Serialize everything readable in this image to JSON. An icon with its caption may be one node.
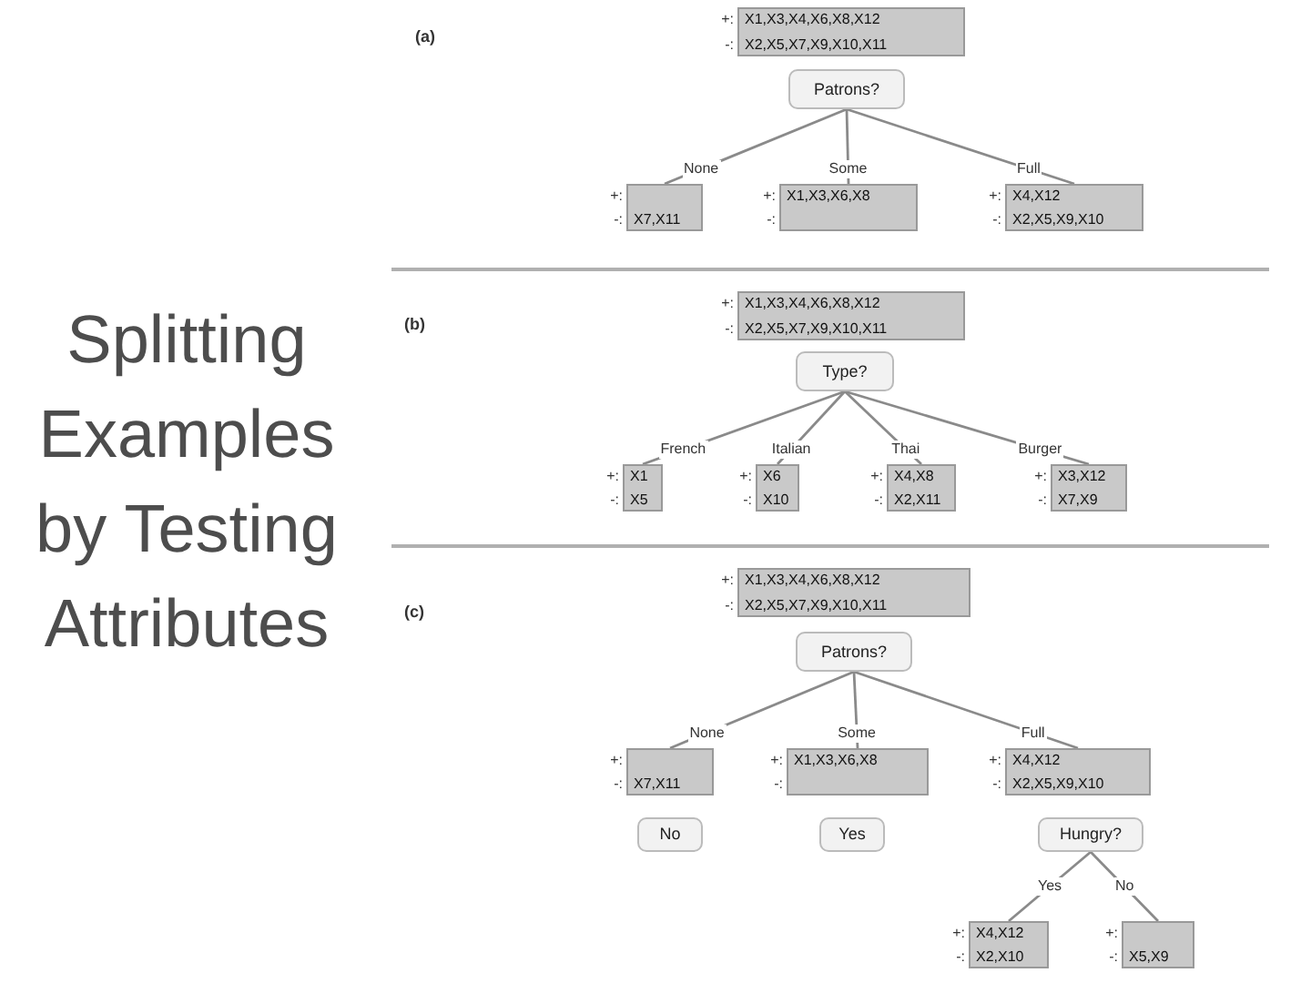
{
  "diagram": {
    "title": "Splitting Examples by Testing Attributes",
    "nodes": [
      {
        "text": [
          "X1,X3,X4,X6,X8,X12",
          "X2,X5,X7,X9,X10,X11"
        ],
        "beside": [
          "+:",
          "-:"
        ]
      },
      {
        "text": [
          "Patrons?"
        ]
      },
      {
        "text": [
          "X7,X11"
        ],
        "beside": [
          "+:",
          "-:"
        ]
      },
      {
        "text": [
          "X1,X3,X6,X8"
        ],
        "beside": [
          "+:",
          "-:"
        ]
      },
      {
        "text": [
          "X4,X12",
          "X2,X5,X9,X10"
        ],
        "beside": [
          "+:",
          "-:"
        ]
      },
      {
        "text": [
          "X1,X3,X4,X6,X8,X12",
          "X2,X5,X7,X9,X10,X11"
        ],
        "beside": [
          "+:",
          "-:"
        ]
      },
      {
        "text": [
          "Type?"
        ]
      },
      {
        "text": [
          "X1",
          "X5"
        ],
        "beside": [
          "+:",
          "-:"
        ]
      },
      {
        "text": [
          "X6",
          "X10"
        ],
        "beside": [
          "+:",
          "-:"
        ]
      },
      {
        "text": [
          "X4,X8",
          "X2,X11"
        ],
        "beside": [
          "+:",
          "-:"
        ]
      },
      {
        "text": [
          "X3,X12",
          "X7,X9"
        ],
        "beside": [
          "+:",
          "-:"
        ]
      },
      {
        "text": [
          "X1,X3,X4,X6,X8,X12",
          "X2,X5,X7,X9,X10,X11"
        ],
        "beside": [
          "+:",
          "-:"
        ]
      },
      {
        "text": [
          "Patrons?"
        ]
      },
      {
        "text": [
          "X7,X11"
        ],
        "beside": [
          "+:",
          "-:"
        ]
      },
      {
        "text": [
          "X1,X3,X6,X8"
        ],
        "beside": [
          "+:",
          "-:"
        ]
      },
      {
        "text": [
          "X4,X12",
          "X2,X5,X9,X10"
        ],
        "beside": [
          "+:",
          "-:"
        ]
      },
      {
        "text": [
          "No"
        ]
      },
      {
        "text": [
          "Yes"
        ]
      },
      {
        "text": [
          "Hungry?"
        ]
      },
      {
        "text": [
          "X4,X12",
          "X2,X10"
        ],
        "beside": [
          "+:",
          "-:"
        ]
      },
      {
        "text": [
          "X5,X9"
        ],
        "beside": [
          "+:",
          "-:"
        ]
      }
    ],
    "edges": [
      {
        "from": 1,
        "to": 2,
        "arrow": "none",
        "label": "None"
      },
      {
        "from": 1,
        "to": 3,
        "arrow": "none",
        "label": "Some"
      },
      {
        "from": 1,
        "to": 4,
        "arrow": "none",
        "label": "Full"
      },
      {
        "from": 6,
        "to": 7,
        "arrow": "none",
        "label": "French"
      },
      {
        "from": 6,
        "to": 8,
        "arrow": "none",
        "label": "Italian"
      },
      {
        "from": 6,
        "to": 9,
        "arrow": "none",
        "label": "Thai"
      },
      {
        "from": 6,
        "to": 10,
        "arrow": "none",
        "label": "Burger"
      },
      {
        "from": 12,
        "to": 13,
        "arrow": "none",
        "label": "None"
      },
      {
        "from": 12,
        "to": 14,
        "arrow": "none",
        "label": "Some"
      },
      {
        "from": 12,
        "to": 15,
        "arrow": "none",
        "label": "Full"
      },
      {
        "from": 18,
        "to": 19,
        "arrow": "none",
        "label": "Yes"
      },
      {
        "from": 18,
        "to": 20,
        "arrow": "none",
        "label": "No"
      }
    ],
    "labels": [
      "(a)",
      "(b)",
      "(c)"
    ]
  }
}
